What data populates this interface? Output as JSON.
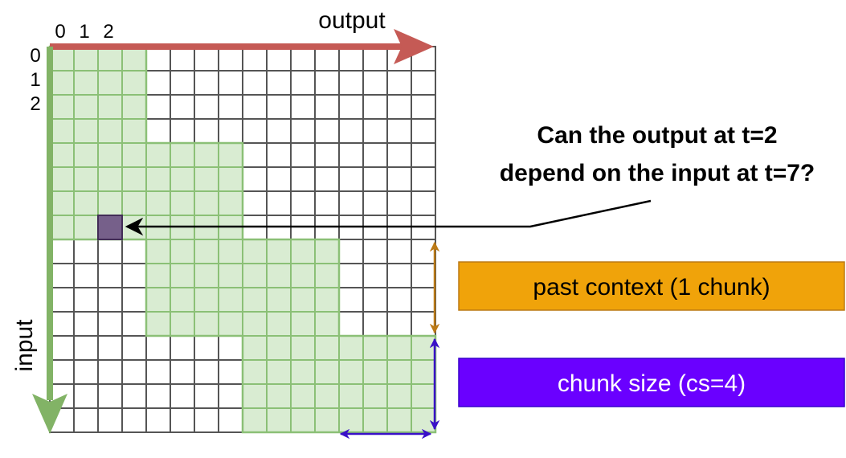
{
  "grid": {
    "rows": 16,
    "cols": 16,
    "chunk_size": 4,
    "past_chunks": 1,
    "queried_output_t": 2,
    "queried_input_t": 7
  },
  "labels": {
    "output_axis": "output",
    "input_axis": "input",
    "column_ticks": [
      "0",
      "1",
      "2"
    ],
    "row_ticks": [
      "0",
      "1",
      "2"
    ]
  },
  "question": {
    "line1": "Can the output at t=2",
    "line2": "depend on the input at t=7?"
  },
  "legend": {
    "past_context": "past context (1 chunk)",
    "chunk_size": "chunk size (cs=4)"
  },
  "colors": {
    "allowed_fill": "#d9ecd2",
    "allowed_line": "#8bc076",
    "blocked_line": "#555555",
    "output_arrow": "#c55a55",
    "input_arrow": "#82b366",
    "query_cell": "#76608a",
    "past_context_box": "#f0a30a",
    "past_context_arrow": "#bc7a16",
    "chunk_size_box": "#6a00ff",
    "chunk_size_arrow": "#3a10c8"
  }
}
